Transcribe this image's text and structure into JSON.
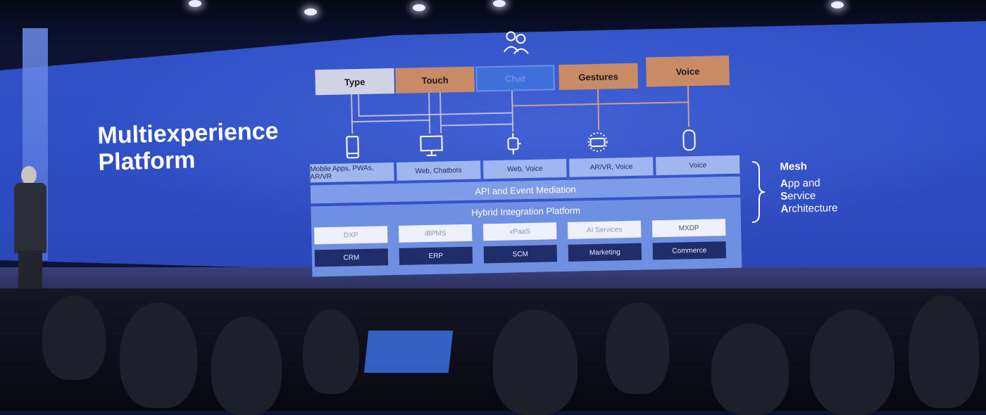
{
  "slide": {
    "title_line1": "Multiexperience",
    "title_line2": "Platform",
    "channels": [
      {
        "label": "Type",
        "color": "#cfd3e4"
      },
      {
        "label": "Touch",
        "color": "#c98b66"
      },
      {
        "label": "Chat",
        "color": "#3f6fd8"
      },
      {
        "label": "Gestures",
        "color": "#c98b66"
      },
      {
        "label": "Voice",
        "color": "#c98b66"
      }
    ],
    "endpoints": [
      "Mobile Apps, PWAs, AR/VR",
      "Web, Chatbots",
      "Web, Voice",
      "AR/VR, Voice",
      "Voice"
    ],
    "api_bar": "API and Event Mediation",
    "hip_bar": "Hybrid Integration Platform",
    "services": [
      "DXP",
      "iBPMS",
      "xPaaS",
      "AI Services",
      "MXDP"
    ],
    "business": [
      "CRM",
      "ERP",
      "SCM",
      "Marketing",
      "Commerce"
    ],
    "mesh": {
      "heading": "Mesh",
      "line1_initial": "A",
      "line1_rest": "pp and",
      "line2_initial": "S",
      "line2_rest": "ervice",
      "line3_initial": "A",
      "line3_rest": "rchitecture"
    }
  }
}
